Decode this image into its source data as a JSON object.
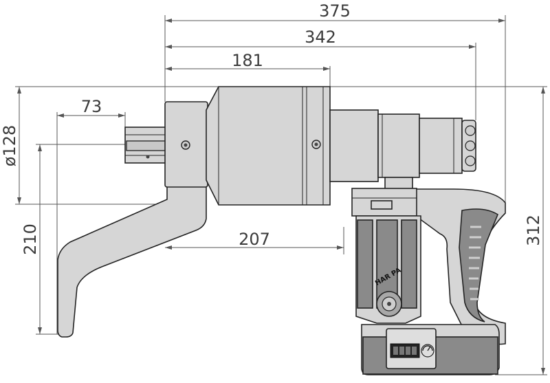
{
  "dimensions": {
    "overall_length": "375",
    "head_to_rear": "342",
    "head_length": "181",
    "square_drive": "73",
    "head_diameter": "ø128",
    "reaction_arm_length": "210",
    "handle_offset": "207",
    "overall_height": "312"
  },
  "branding": {
    "logo_text": "HAR PA"
  },
  "display": {
    "digits": [
      "",
      "",
      "",
      ""
    ]
  }
}
